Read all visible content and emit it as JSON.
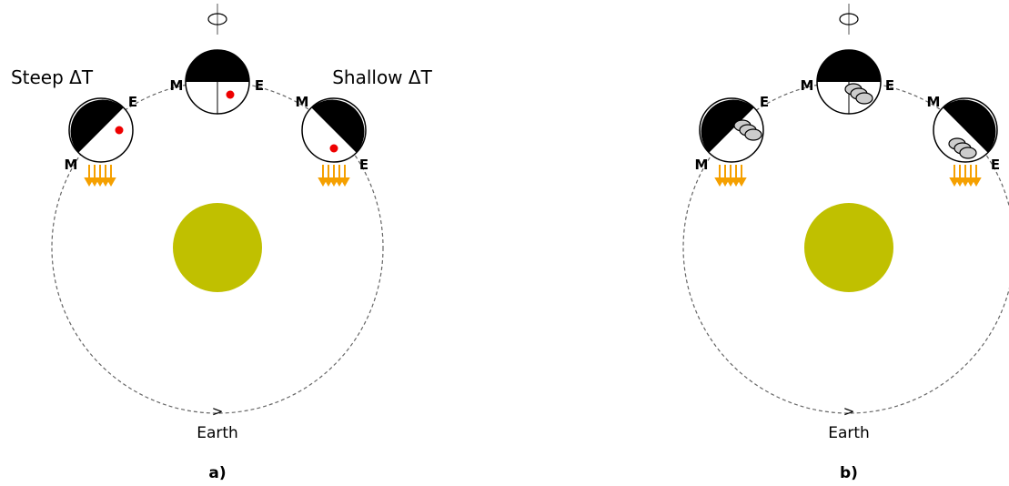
{
  "labels": {
    "steep": "Steep ΔT",
    "shallow": "Shallow ΔT",
    "earth": "Earth",
    "morning": "M",
    "evening": "E",
    "panel_a": "a)",
    "panel_b": "b)"
  },
  "colors": {
    "sun": "#c0c000",
    "arrows": "#f5a000",
    "dot": "#ee0000",
    "cloud_fill": "#cccccc",
    "orbit": "#666666"
  }
}
